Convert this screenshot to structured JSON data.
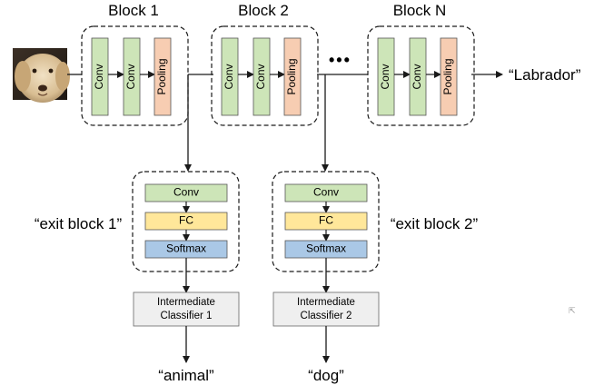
{
  "main_blocks": [
    {
      "title": "Block 1",
      "layers": [
        "Conv",
        "Conv",
        "Pooling"
      ]
    },
    {
      "title": "Block 2",
      "layers": [
        "Conv",
        "Conv",
        "Pooling"
      ]
    },
    {
      "title": "Block N",
      "layers": [
        "Conv",
        "Conv",
        "Pooling"
      ]
    }
  ],
  "ellipsis": "•••",
  "final_output": "“Labrador”",
  "exit_blocks": [
    {
      "label": "“exit block 1”",
      "layers": [
        "Conv",
        "FC",
        "Softmax"
      ],
      "classifier": [
        "Intermediate",
        "Classifier 1"
      ],
      "output": "“animal”"
    },
    {
      "label": "“exit block 2”",
      "layers": [
        "Conv",
        "FC",
        "Softmax"
      ],
      "classifier": [
        "Intermediate",
        "Classifier 2"
      ],
      "output": "“dog”"
    }
  ],
  "colors": {
    "conv": "#cde5b8",
    "pooling": "#f7cdb2",
    "fc": "#ffe79a",
    "softmax": "#aac8e6",
    "classifier": "#efefef",
    "line": "#1a1a1a"
  },
  "icons": {
    "input": "dog-photo",
    "cursor": "cursor-icon"
  }
}
